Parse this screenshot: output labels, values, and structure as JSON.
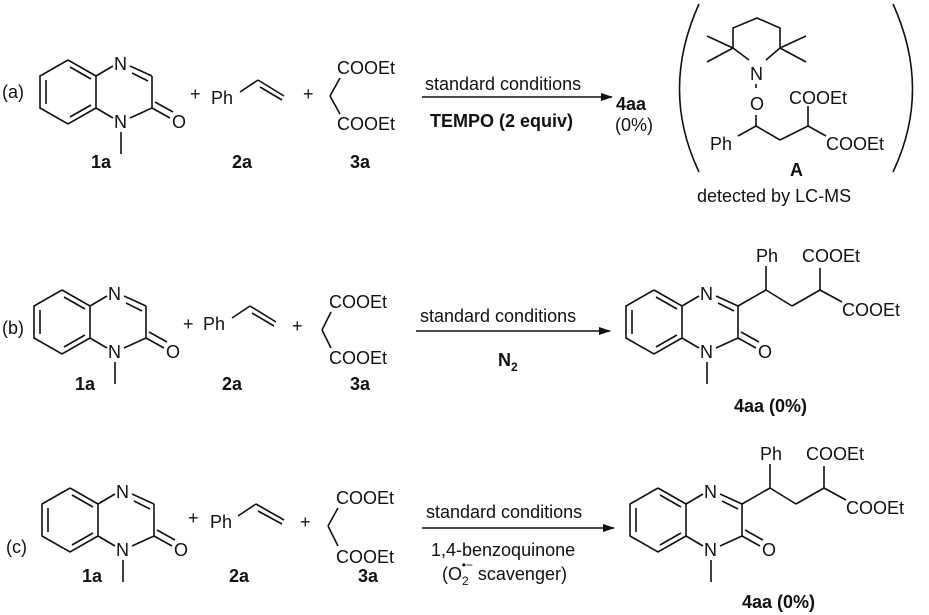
{
  "schemes": [
    {
      "label": "(a)",
      "reactants": [
        {
          "id": "1a",
          "name": "1-methylquinoxalin-2(1H)-one"
        },
        {
          "id": "2a",
          "text": "Ph",
          "name": "styrene"
        },
        {
          "id": "3a",
          "groups": [
            "COOEt",
            "COOEt"
          ],
          "name": "diethyl malonate"
        }
      ],
      "plus": "+",
      "conditions_top": "standard conditions",
      "conditions_bottom": "TEMPO (2 equiv)",
      "product_label": "4aa",
      "product_yield": "(0%)",
      "intermediate": {
        "atoms": [
          "N",
          "O",
          "Ph",
          "COOEt",
          "COOEt"
        ],
        "label": "A",
        "note": "detected by LC-MS"
      }
    },
    {
      "label": "(b)",
      "reactants": [
        {
          "id": "1a"
        },
        {
          "id": "2a",
          "text": "Ph"
        },
        {
          "id": "3a",
          "groups": [
            "COOEt",
            "COOEt"
          ]
        }
      ],
      "plus": "+",
      "conditions_top": "standard conditions",
      "conditions_bottom": "N",
      "conditions_bottom_sub": "2",
      "product": {
        "atoms": [
          "N",
          "N",
          "O",
          "Ph",
          "COOEt",
          "COOEt"
        ],
        "label": "4aa",
        "yield": "(0%)"
      }
    },
    {
      "label": "(c)",
      "reactants": [
        {
          "id": "1a"
        },
        {
          "id": "2a",
          "text": "Ph"
        },
        {
          "id": "3a",
          "groups": [
            "COOEt",
            "COOEt"
          ]
        }
      ],
      "plus": "+",
      "conditions_top": "standard conditions",
      "conditions_bottom": "1,4-benzoquinone",
      "conditions_note_open": "(O",
      "conditions_note_sub": "2",
      "conditions_note_sup": "•−",
      "conditions_note_close": " scavenger)",
      "product": {
        "atoms": [
          "N",
          "N",
          "O",
          "Ph",
          "COOEt",
          "COOEt"
        ],
        "label": "4aa",
        "yield": "(0%)"
      }
    }
  ],
  "atoms": {
    "N": "N",
    "O": "O"
  }
}
